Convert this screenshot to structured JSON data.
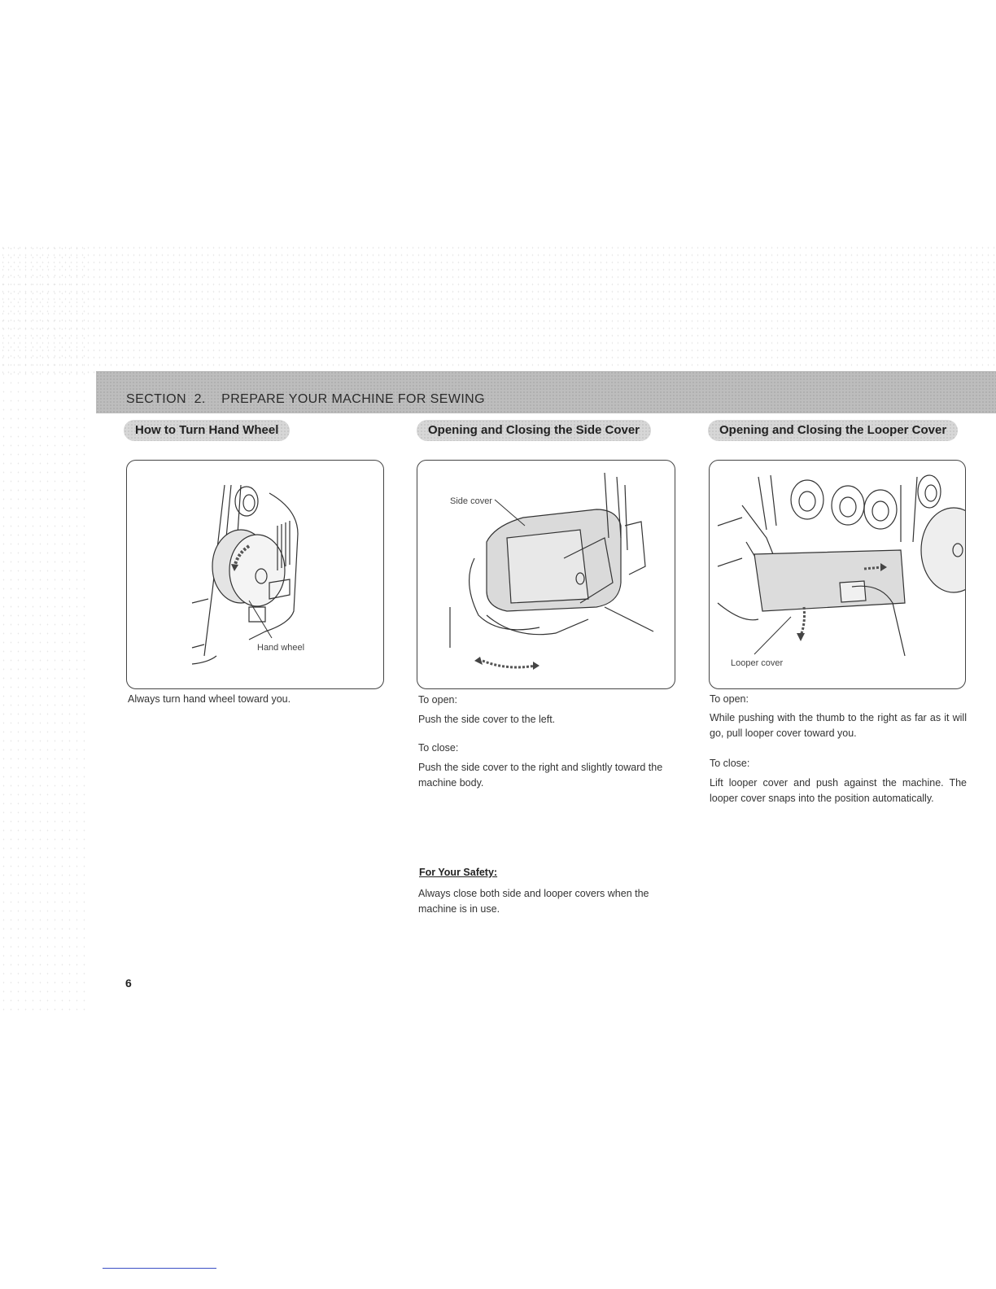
{
  "section": {
    "title": "SECTION  2.    PREPARE YOUR MACHINE FOR SEWING"
  },
  "columns": [
    {
      "heading": "How to Turn Hand Wheel",
      "callout": "Hand wheel",
      "caption": "Always turn hand wheel toward you."
    },
    {
      "heading": "Opening and Closing the Side Cover",
      "callout": "Side cover",
      "open_label": "To open:",
      "open_text": "Push the side cover to the left.",
      "close_label": "To close:",
      "close_text": "Push the side cover to the right and slightly toward the machine body."
    },
    {
      "heading": "Opening and Closing the Looper Cover",
      "callout": "Looper cover",
      "open_label": "To open:",
      "open_text": "While pushing with the thumb to the right as far as it will go, pull looper cover toward you.",
      "close_label": "To close:",
      "close_text": "Lift looper cover and push against the machine. The looper cover snaps into the position automatically."
    }
  ],
  "safety": {
    "heading": "For Your Safety:",
    "text": "Always close both side and looper covers when the machine is in use."
  },
  "page_number": "6"
}
